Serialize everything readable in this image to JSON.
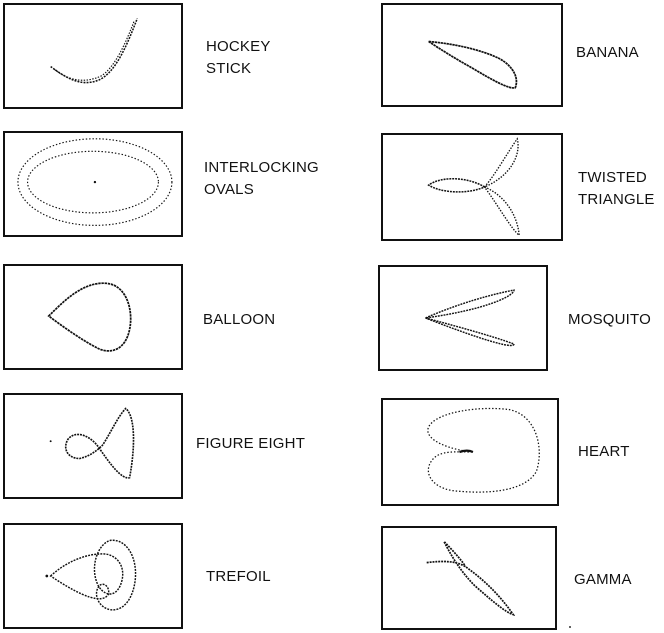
{
  "shapes": [
    {
      "id": "hockey-stick",
      "label_lines": [
        "HOCKEY",
        "STICK"
      ]
    },
    {
      "id": "interlocking-ovals",
      "label_lines": [
        "INTERLOCKING",
        "OVALS"
      ]
    },
    {
      "id": "balloon",
      "label_lines": [
        "BALLOON"
      ]
    },
    {
      "id": "figure-eight",
      "label_lines": [
        "FIGURE EIGHT"
      ]
    },
    {
      "id": "trefoil",
      "label_lines": [
        "TREFOIL"
      ]
    },
    {
      "id": "banana",
      "label_lines": [
        "BANANA"
      ]
    },
    {
      "id": "twisted-triangle",
      "label_lines": [
        "TWISTED",
        "TRIANGLE"
      ]
    },
    {
      "id": "mosquito",
      "label_lines": [
        "MOSQUITO"
      ]
    },
    {
      "id": "heart",
      "label_lines": [
        "HEART"
      ]
    },
    {
      "id": "gamma",
      "label_lines": [
        "GAMMA"
      ]
    }
  ],
  "colors": {
    "ink": "#111111",
    "background": "#ffffff"
  }
}
